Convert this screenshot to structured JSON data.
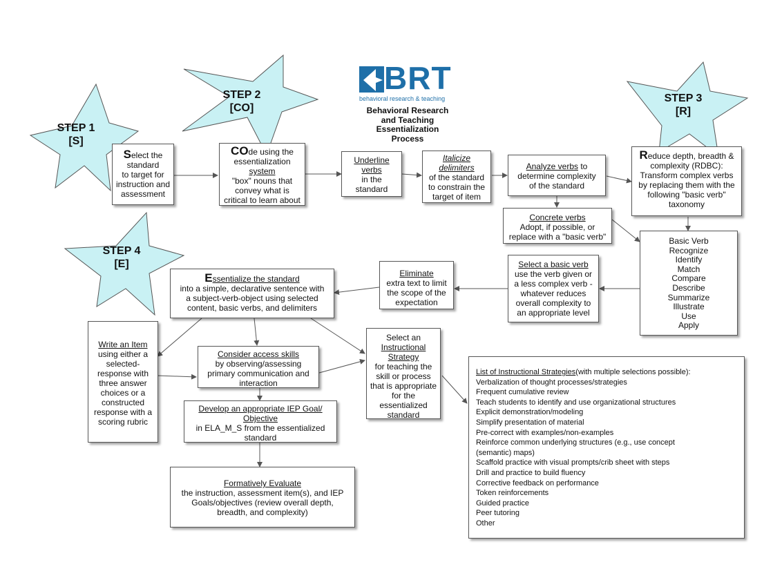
{
  "logo": {
    "word": "BRT",
    "tagline": "behavioral research & teaching",
    "title_lines": [
      "Behavioral Research",
      "and Teaching",
      "Essentialization",
      "Process"
    ]
  },
  "stars": [
    {
      "line1": "STEP 1",
      "line2": "[S]"
    },
    {
      "line1": "STEP 2",
      "line2": "[CO]"
    },
    {
      "line1": "STEP 3",
      "line2": "[R]"
    },
    {
      "line1": "STEP 4",
      "line2": "[E]"
    }
  ],
  "select_box": {
    "initial": "S",
    "head": "elect the",
    "body": [
      "standard",
      "to target for",
      "instruction and",
      "assessment"
    ]
  },
  "code_box": {
    "initial": "CO",
    "head": "de using the",
    "head2": "essentialization",
    "head3": "system",
    "body": [
      "\"box\" nouns that",
      "convey what is",
      "critical to learn about"
    ]
  },
  "underline_box": {
    "head": "Underline",
    "head2": "verbs",
    "body": [
      "in the",
      "standard"
    ]
  },
  "italicize_box": {
    "head": "Italicize",
    "head2": "delimiters",
    "body": [
      "of the standard",
      "to constrain the",
      "target of item"
    ]
  },
  "analyze_box": {
    "head": "Analyze verbs",
    "body": [
      "to",
      "determine complexity",
      "of  the standard"
    ]
  },
  "concrete_box": {
    "head": "Concrete verbs",
    "body": [
      "Adopt, if possible, or",
      "replace with a \"basic verb\""
    ]
  },
  "reduce_box": {
    "initial": "R",
    "head": "educe depth, breadth &",
    "head2": "complexity (RDBC):",
    "body": [
      "Transform complex verbs",
      "by replacing them with the",
      "following \"basic verb\"",
      "taxonomy"
    ]
  },
  "basic_verbs": [
    "Basic Verb",
    "Recognize",
    "Identify",
    "Match",
    "Compare",
    "Describe",
    "Summarize",
    "Illustrate",
    "Use",
    "Apply"
  ],
  "select_verb_box": {
    "head": "Select a basic verb",
    "body": [
      "use the verb given or",
      "a less complex verb -",
      "whatever reduces",
      "overall complexity to",
      "an appropriate level"
    ]
  },
  "eliminate_box": {
    "head": "Eliminate",
    "body": [
      "extra text to limit",
      "the scope of the",
      "expectation"
    ]
  },
  "essentialize_box": {
    "initial": "E",
    "head": "ssentialize the standard",
    "body": [
      "into a simple, declarative sentence with",
      "a subject-verb-object using selected",
      "content, basic verbs, and delimiters"
    ]
  },
  "write_item_box": {
    "head": "Write an Item",
    "body": [
      "using either a",
      "selected-",
      "response with",
      "three answer",
      "choices or a",
      "constructed",
      "response with a",
      "scoring rubric"
    ]
  },
  "access_box": {
    "head": "Consider access skills",
    "body": [
      "by observing/assessing",
      "primary communication and",
      "interaction"
    ]
  },
  "strategy_box": {
    "head": "Select an",
    "head2": "Instructional",
    "head3": "Strategy",
    "body": [
      "for teaching the",
      "skill or process",
      "that is appropriate",
      "for the",
      "essentialized",
      "standard"
    ]
  },
  "iep_box": {
    "head": "Develop an appropriate  IEP Goal/",
    "head2": "Objective",
    "body": [
      "in ELA_M_S from the essentialized",
      "standard"
    ]
  },
  "evaluate_box": {
    "head": "Formatively Evaluate",
    "body": [
      "the instruction, assessment item(s), and IEP",
      "Goals/objectives (review overall depth,",
      "breadth, and complexity)"
    ]
  },
  "strategies": {
    "title": "List of Instructional Strategies",
    "title_suffix": "(with multiple selections possible):",
    "items": [
      "Verbalization of thought processes/strategies",
      "Frequent cumulative review",
      "Teach students to identify and use organizational structures",
      "Explicit demonstration/modeling",
      "Simplify presentation of material",
      "Pre-correct with examples/non-examples",
      "Reinforce common underlying structures (e.g., use concept",
      "(semantic) maps)",
      "Scaffold practice with visual prompts/crib sheet with steps",
      "Drill and practice to build fluency",
      "Corrective feedback on performance",
      "Token reinforcements",
      "Guided practice",
      "Peer tutoring",
      "Other"
    ]
  },
  "colors": {
    "star_fill": "#c9f1f4",
    "star_stroke": "#555555",
    "logo_blue": "#1e6fa8",
    "arrow": "#555555"
  }
}
